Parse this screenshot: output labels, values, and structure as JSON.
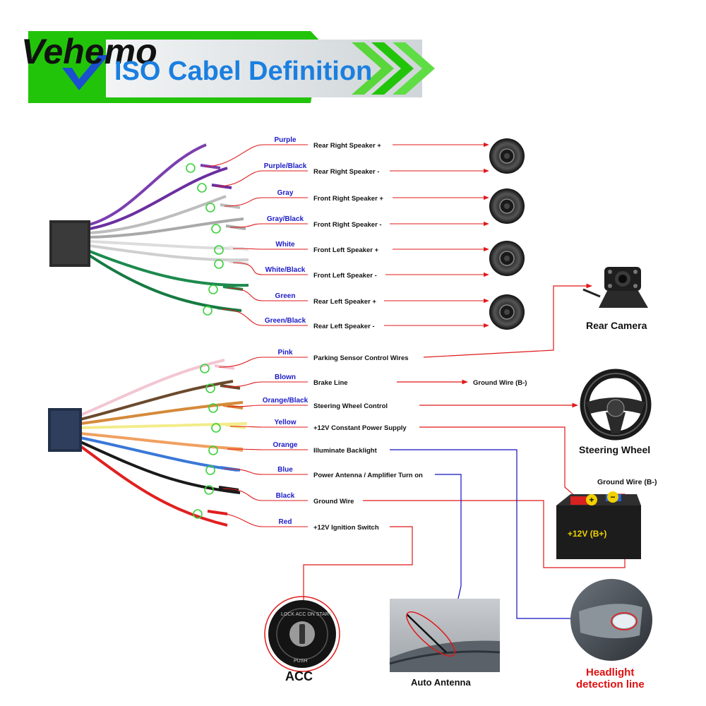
{
  "header": {
    "brand": "Vehemo",
    "title": "ISO Cabel Definition",
    "colors": {
      "banner_green": "#22c40a",
      "title_blue": "#1a7fe0",
      "panel_gray": "#dfe3e6"
    }
  },
  "group_top": [
    {
      "color_name": "Purple",
      "function": "Rear Right Speaker +",
      "wire_color": "#7b3fb0"
    },
    {
      "color_name": "Purple/Black",
      "function": "Rear Right Speaker -",
      "wire_color": "#6a2fa0"
    },
    {
      "color_name": "Gray",
      "function": "Front Right Speaker +",
      "wire_color": "#bdbdbd"
    },
    {
      "color_name": "Gray/Black",
      "function": "Front Right Speaker -",
      "wire_color": "#a9a9a9"
    },
    {
      "color_name": "White",
      "function": "Front Left Speaker +",
      "wire_color": "#e8e8e8"
    },
    {
      "color_name": "White/Black",
      "function": "Front Left Speaker -",
      "wire_color": "#d8d8d8"
    },
    {
      "color_name": "Green",
      "function": "Rear Left Speaker +",
      "wire_color": "#1d8a4e"
    },
    {
      "color_name": "Green/Black",
      "function": "Rear Left Speaker -",
      "wire_color": "#167a42"
    }
  ],
  "group_bottom": [
    {
      "color_name": "Pink",
      "function": "Parking Sensor Control Wires",
      "wire_color": "#f2c6d2"
    },
    {
      "color_name": "Blown",
      "function": "Brake Line",
      "wire_color": "#6b4a2c"
    },
    {
      "color_name": "Orange/Black",
      "function": "Steering Wheel Control",
      "wire_color": "#d58a3a"
    },
    {
      "color_name": "Yellow",
      "function": "+12V Constant Power Supply",
      "wire_color": "#f3ec8a"
    },
    {
      "color_name": "Orange",
      "function": "Illuminate Backlight",
      "wire_color": "#f0a060"
    },
    {
      "color_name": "Blue",
      "function": "Power Antenna / Amplifier Turn on",
      "wire_color": "#3a78d8"
    },
    {
      "color_name": "Black",
      "function": "Ground Wire",
      "wire_color": "#1a1a1a"
    },
    {
      "color_name": "Red",
      "function": "+12V  Ignition Switch",
      "wire_color": "#e02020"
    }
  ],
  "components": {
    "rear_camera": "Rear Camera",
    "brake_ground": "Ground Wire (B-)",
    "steering_wheel": "Steering Wheel",
    "battery_ground": "Ground Wire (B-)",
    "battery_label": "+12V  (B+)",
    "acc": "ACC",
    "ignition_ring": "LOCK  ACC  ON  START",
    "ignition_push": "PUSH",
    "auto_antenna": "Auto Antenna",
    "headlight_line1": "Headlight",
    "headlight_line2": "detection line"
  },
  "colors": {
    "red_line": "#e01818",
    "blue_line": "#1010c0",
    "wire_label_blue": "#1c1cc8",
    "marker_green": "#38d13a"
  }
}
